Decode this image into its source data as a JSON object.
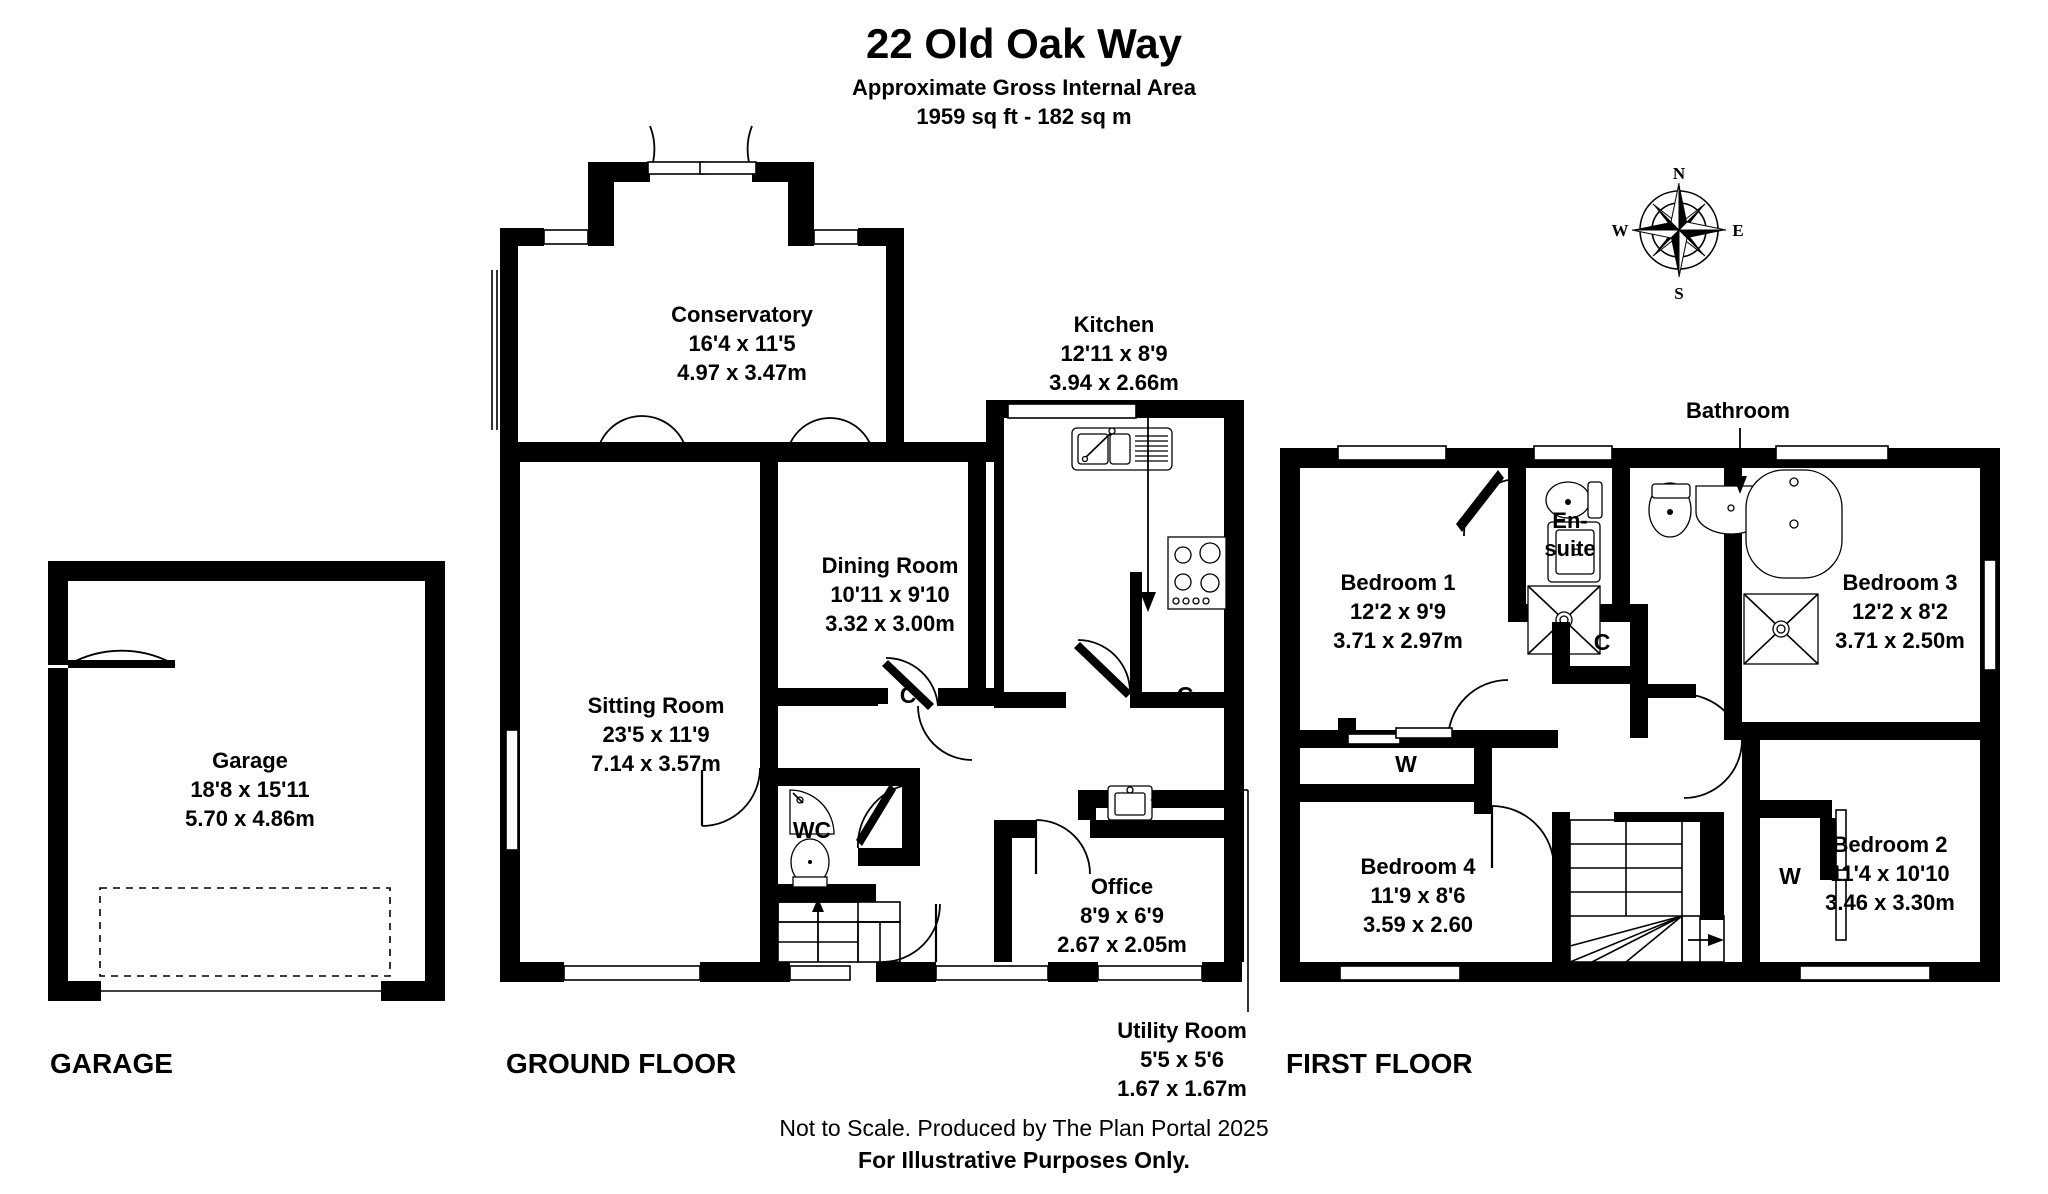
{
  "header": {
    "title": "22 Old Oak Way",
    "subtitle_line1": "Approximate Gross Internal Area",
    "subtitle_line2": "1959 sq ft - 182 sq m"
  },
  "footer": {
    "line1": "Not to Scale. Produced by The Plan Portal 2025",
    "line2": "For Illustrative Purposes Only."
  },
  "compass": {
    "north": "N",
    "east": "E",
    "south": "S",
    "west": "W"
  },
  "floors": [
    {
      "key": "garage",
      "label": "GARAGE"
    },
    {
      "key": "ground",
      "label": "GROUND FLOOR"
    },
    {
      "key": "first",
      "label": "FIRST FLOOR"
    }
  ],
  "rooms": {
    "garage": {
      "name": "Garage",
      "imperial": "18'8 x 15'11",
      "metric": "5.70 x 4.86m"
    },
    "conservatory": {
      "name": "Conservatory",
      "imperial": "16'4 x 11'5",
      "metric": "4.97 x 3.47m"
    },
    "kitchen": {
      "name": "Kitchen",
      "imperial": "12'11 x 8'9",
      "metric": "3.94 x 2.66m"
    },
    "dining_room": {
      "name": "Dining Room",
      "imperial": "10'11 x 9'10",
      "metric": "3.32 x 3.00m"
    },
    "sitting_room": {
      "name": "Sitting Room",
      "imperial": "23'5 x 11'9",
      "metric": "7.14 x 3.57m"
    },
    "office": {
      "name": "Office",
      "imperial": "8'9 x 6'9",
      "metric": "2.67 x 2.05m"
    },
    "utility_room": {
      "name": "Utility Room",
      "imperial": "5'5 x 5'6",
      "metric": "1.67 x 1.67m"
    },
    "bedroom1": {
      "name": "Bedroom 1",
      "imperial": "12'2 x 9'9",
      "metric": "3.71 x 2.97m"
    },
    "bedroom2": {
      "name": "Bedroom 2",
      "imperial": "11'4 x 10'10",
      "metric": "3.46 x 3.30m"
    },
    "bedroom3": {
      "name": "Bedroom 3",
      "imperial": "12'2 x 8'2",
      "metric": "3.71 x 2.50m"
    },
    "bedroom4": {
      "name": "Bedroom 4",
      "imperial": "11'9 x 8'6",
      "metric": "3.59 x 2.60"
    }
  },
  "tags": {
    "wc": "WC",
    "bathroom": "Bathroom",
    "ensuite_line1": "En-",
    "ensuite_line2": "suite",
    "cupboard_ground_left": "C",
    "cupboard_ground_right": "C",
    "cupboard_first": "C",
    "wardrobe_left": "W",
    "wardrobe_right": "W"
  }
}
